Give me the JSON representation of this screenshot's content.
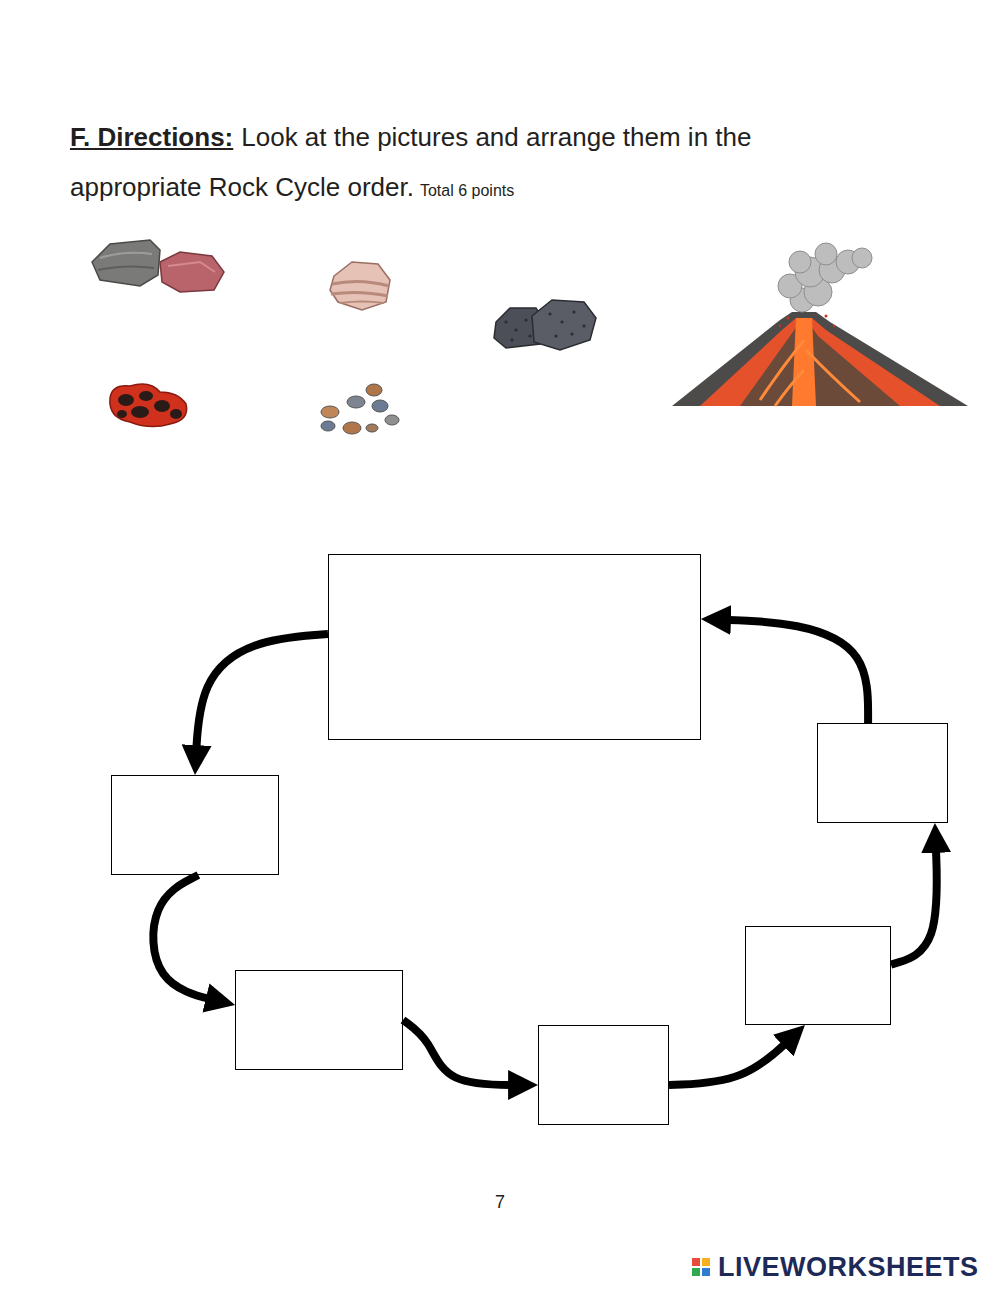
{
  "diagram": {
    "nodes": [
      {
        "text": []
      },
      {
        "text": []
      },
      {
        "text": []
      },
      {
        "text": []
      },
      {
        "text": []
      },
      {
        "text": []
      }
    ],
    "edges": [
      {
        "from": 0,
        "to": 1,
        "arrow": "to"
      },
      {
        "from": 1,
        "to": 2,
        "arrow": "to"
      },
      {
        "from": 2,
        "to": 3,
        "arrow": "to"
      },
      {
        "from": 3,
        "to": 4,
        "arrow": "to"
      },
      {
        "from": 4,
        "to": 5,
        "arrow": "to"
      },
      {
        "from": 5,
        "to": 0,
        "arrow": "to"
      }
    ],
    "labels": [
      "F. Directions:",
      "Look at the pictures and arrange them in the appropriate Rock Cycle order.",
      "Total 6 points",
      "7",
      "LIVEWORKSHEETS"
    ]
  }
}
